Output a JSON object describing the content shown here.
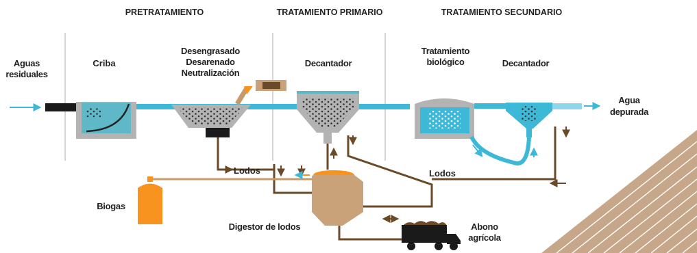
{
  "headers": {
    "pretratamiento": "PRETRATAMIENTO",
    "primario": "TRATAMIENTO PRIMARIO",
    "secundario": "TRATAMIENTO SECUNDARIO"
  },
  "labels": {
    "aguas": "Aguas",
    "residuales": "residuales",
    "criba": "Criba",
    "desengrasado": "Desengrasado",
    "desarenado": "Desarenado",
    "neutralizacion": "Neutralización",
    "decantador_primario": "Decantador",
    "tratamiento": "Tratamiento",
    "biologico": "biológico",
    "decantador_secundario": "Decantador",
    "agua": "Agua",
    "depurada": "depurada",
    "lodos_1": "Lodos",
    "lodos_2": "Lodos",
    "biogas": "Biogas",
    "digestor": "Digestor de lodos",
    "abono": "Abono",
    "agricola": "agrícola"
  },
  "colors": {
    "water": "#3db8d6",
    "water_light": "#8ed6ec",
    "sludge_line": "#6b4a2a",
    "biogas_line": "#c79a6a",
    "biogas_tank": "#f7931e",
    "digester": "#c9a27a",
    "tank_gray": "#b3b3b3",
    "text": "#222222"
  }
}
